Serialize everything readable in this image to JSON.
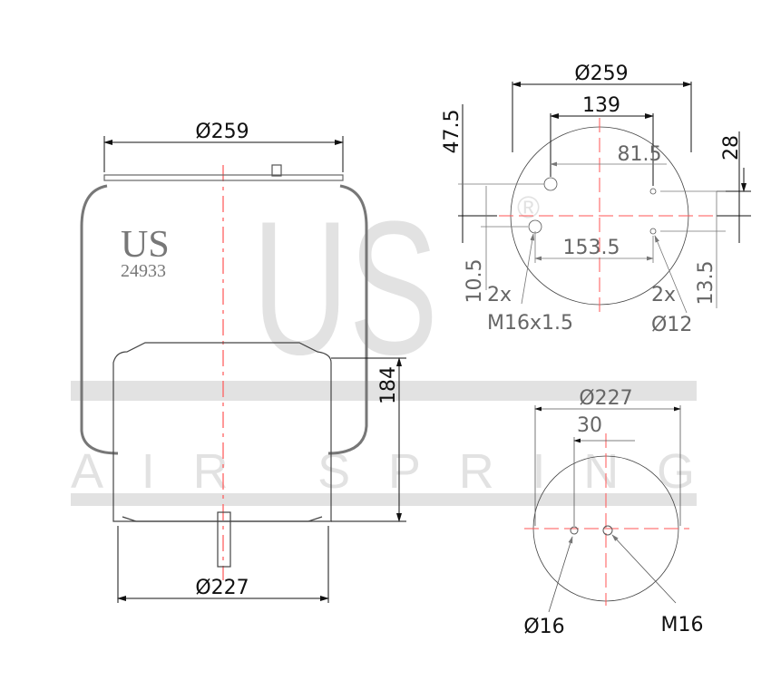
{
  "watermark": {
    "logo": "US",
    "registered": "®",
    "tagline": "AIR SPRING"
  },
  "side_view": {
    "brand": "US",
    "part_number": "24933",
    "top_diameter": "Ø259",
    "bottom_diameter": "Ø227",
    "height": "184"
  },
  "top_plate_view": {
    "outer_diameter": "Ø259",
    "bolt_spacing_a": "139",
    "bolt_offset_b": "81.5",
    "bolt_spacing_c": "153.5",
    "offset_vertical_a": "47.5",
    "offset_vertical_b": "28",
    "offset_vertical_c": "10.5",
    "offset_vertical_d": "13.5",
    "thread_qty": "2x",
    "thread_label": "M16x1.5",
    "hole_qty": "2x",
    "hole_label": "Ø12"
  },
  "bottom_plate_view": {
    "outer_diameter": "Ø227",
    "hole_spacing": "30",
    "hole_label": "Ø16",
    "thread_label": "M16"
  },
  "colors": {
    "line": "#111111",
    "dim_gray": "#666666",
    "centerline": "#ff4444",
    "watermark": "#e2e2e2"
  }
}
